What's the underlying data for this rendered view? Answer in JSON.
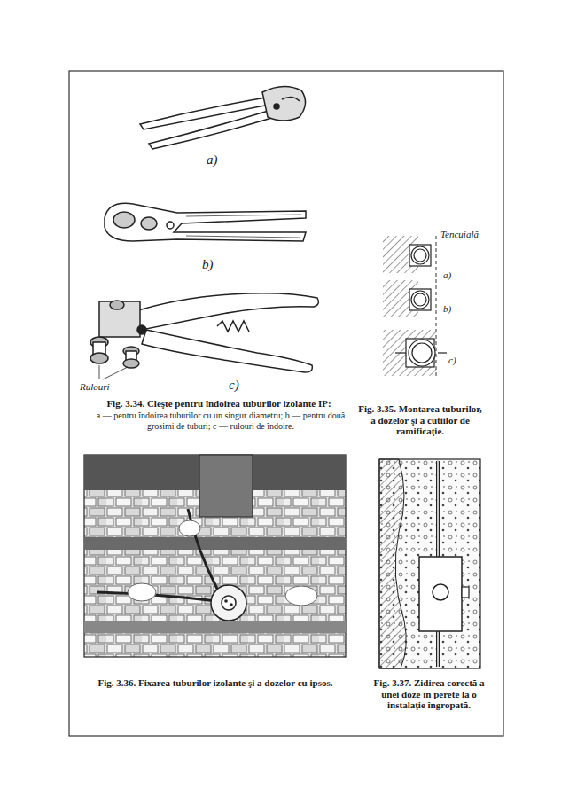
{
  "diagram": {
    "labels": [
      "a)",
      "b)",
      "Rulouri",
      "c)",
      "Fig. 3.34. Cleşte pentru îndoirea tuburilor izolante IP:",
      "a — pentru îndoirea tuburilor cu un singur diametru; b — pentru două grosimi de tuburi; c — rulouri de îndoire.",
      "Tencuială",
      "a)",
      "b)",
      "c)",
      "Fig. 3.35. Montarea tuburilor, a dozelor şi a cutiilor de ramificaţie.",
      "Fig. 3.36. Fixarea tuburilor izolante şi a dozelor cu ipsos.",
      "Fig. 3.37. Zidirea corectă a unei doze în perete la o instalaţie îngropată."
    ]
  }
}
